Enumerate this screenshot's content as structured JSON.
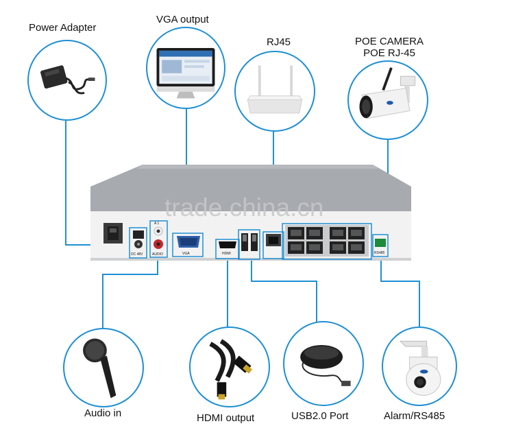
{
  "labels": {
    "power_adapter": "Power Adapter",
    "vga_output": "VGA output",
    "rj45": "RJ45",
    "poe_camera": "POE CAMERA",
    "poe_rj45": "POE RJ-45",
    "audio_in": "Audio in",
    "hdmi_output": "HDMI output",
    "usb_port": "USB2.0 Port",
    "alarm_rs485": "Alarm/RS485"
  },
  "panel": {
    "dc_label": "DC 48V",
    "audio_label": "AUDIO",
    "a_label": "A 1",
    "vga_label": "VGA",
    "hdmi_label": "HDMI",
    "rs485_label": "RS485"
  },
  "watermark": "trade.china.cn",
  "colors": {
    "connector_line": "#1e8fd4",
    "circle_border": "#1e8fd4",
    "device_body": "#a6a9ae",
    "front_panel": "#f3f3f3"
  }
}
